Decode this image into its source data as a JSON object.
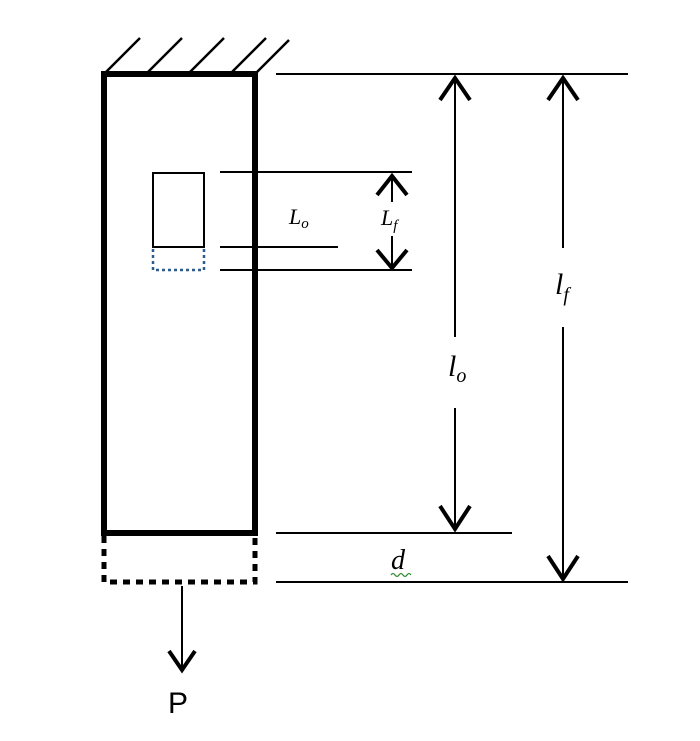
{
  "diagram": {
    "labels": {
      "gauge_original_base": "L",
      "gauge_original_sub": "o",
      "gauge_final_base": "L",
      "gauge_final_sub": "f",
      "length_original_base": "l",
      "length_original_sub": "o",
      "length_final_base": "l",
      "length_final_sub": "f",
      "elongation": "d",
      "load": "P"
    },
    "colors": {
      "ink": "#000000",
      "deformed_gauge": "#2e5b8a",
      "squiggle": "#2e8b2e"
    }
  }
}
